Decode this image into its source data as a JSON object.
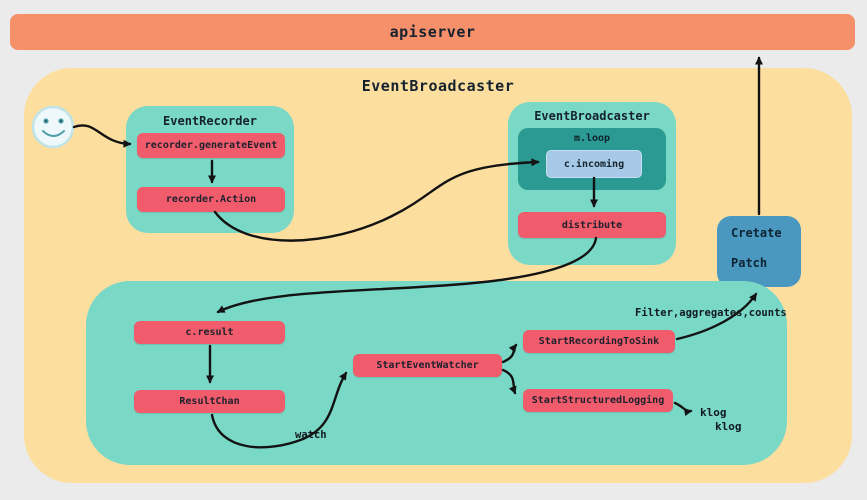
{
  "apiserver": {
    "label": "apiserver"
  },
  "container": {
    "title": "EventBroadcaster"
  },
  "recorder": {
    "title": "EventRecorder",
    "generate_event": "recorder.generateEvent",
    "action": "recorder.Action"
  },
  "broadcaster": {
    "title": "EventBroadcaster",
    "loop": "m.loop",
    "incoming": "c.incoming",
    "distribute": "distribute"
  },
  "patch": {
    "line1": "Cretate",
    "line2": "Patch"
  },
  "pipeline": {
    "c_result": "c.result",
    "result_chan": "ResultChan",
    "start_event_watcher": "StartEventWatcher",
    "start_recording_to_sink": "StartRecordingToSink",
    "start_structured_logging": "StartStructuredLogging"
  },
  "annotations": {
    "filter": "Filter,aggregates,counts",
    "watch": "watch",
    "klog1": "klog",
    "klog2": "klog"
  },
  "colors": {
    "background": "#ebebeb",
    "apiserver_bar": "#f6906b",
    "container_yellow": "#fcdf9f",
    "group_teal": "#7ad8c6",
    "loop_dark_teal": "#2a9a92",
    "node_red": "#f05c6c",
    "incoming_blue": "#a5c9e6",
    "patch_blue": "#4a98c0",
    "arrow_black": "#131313"
  }
}
